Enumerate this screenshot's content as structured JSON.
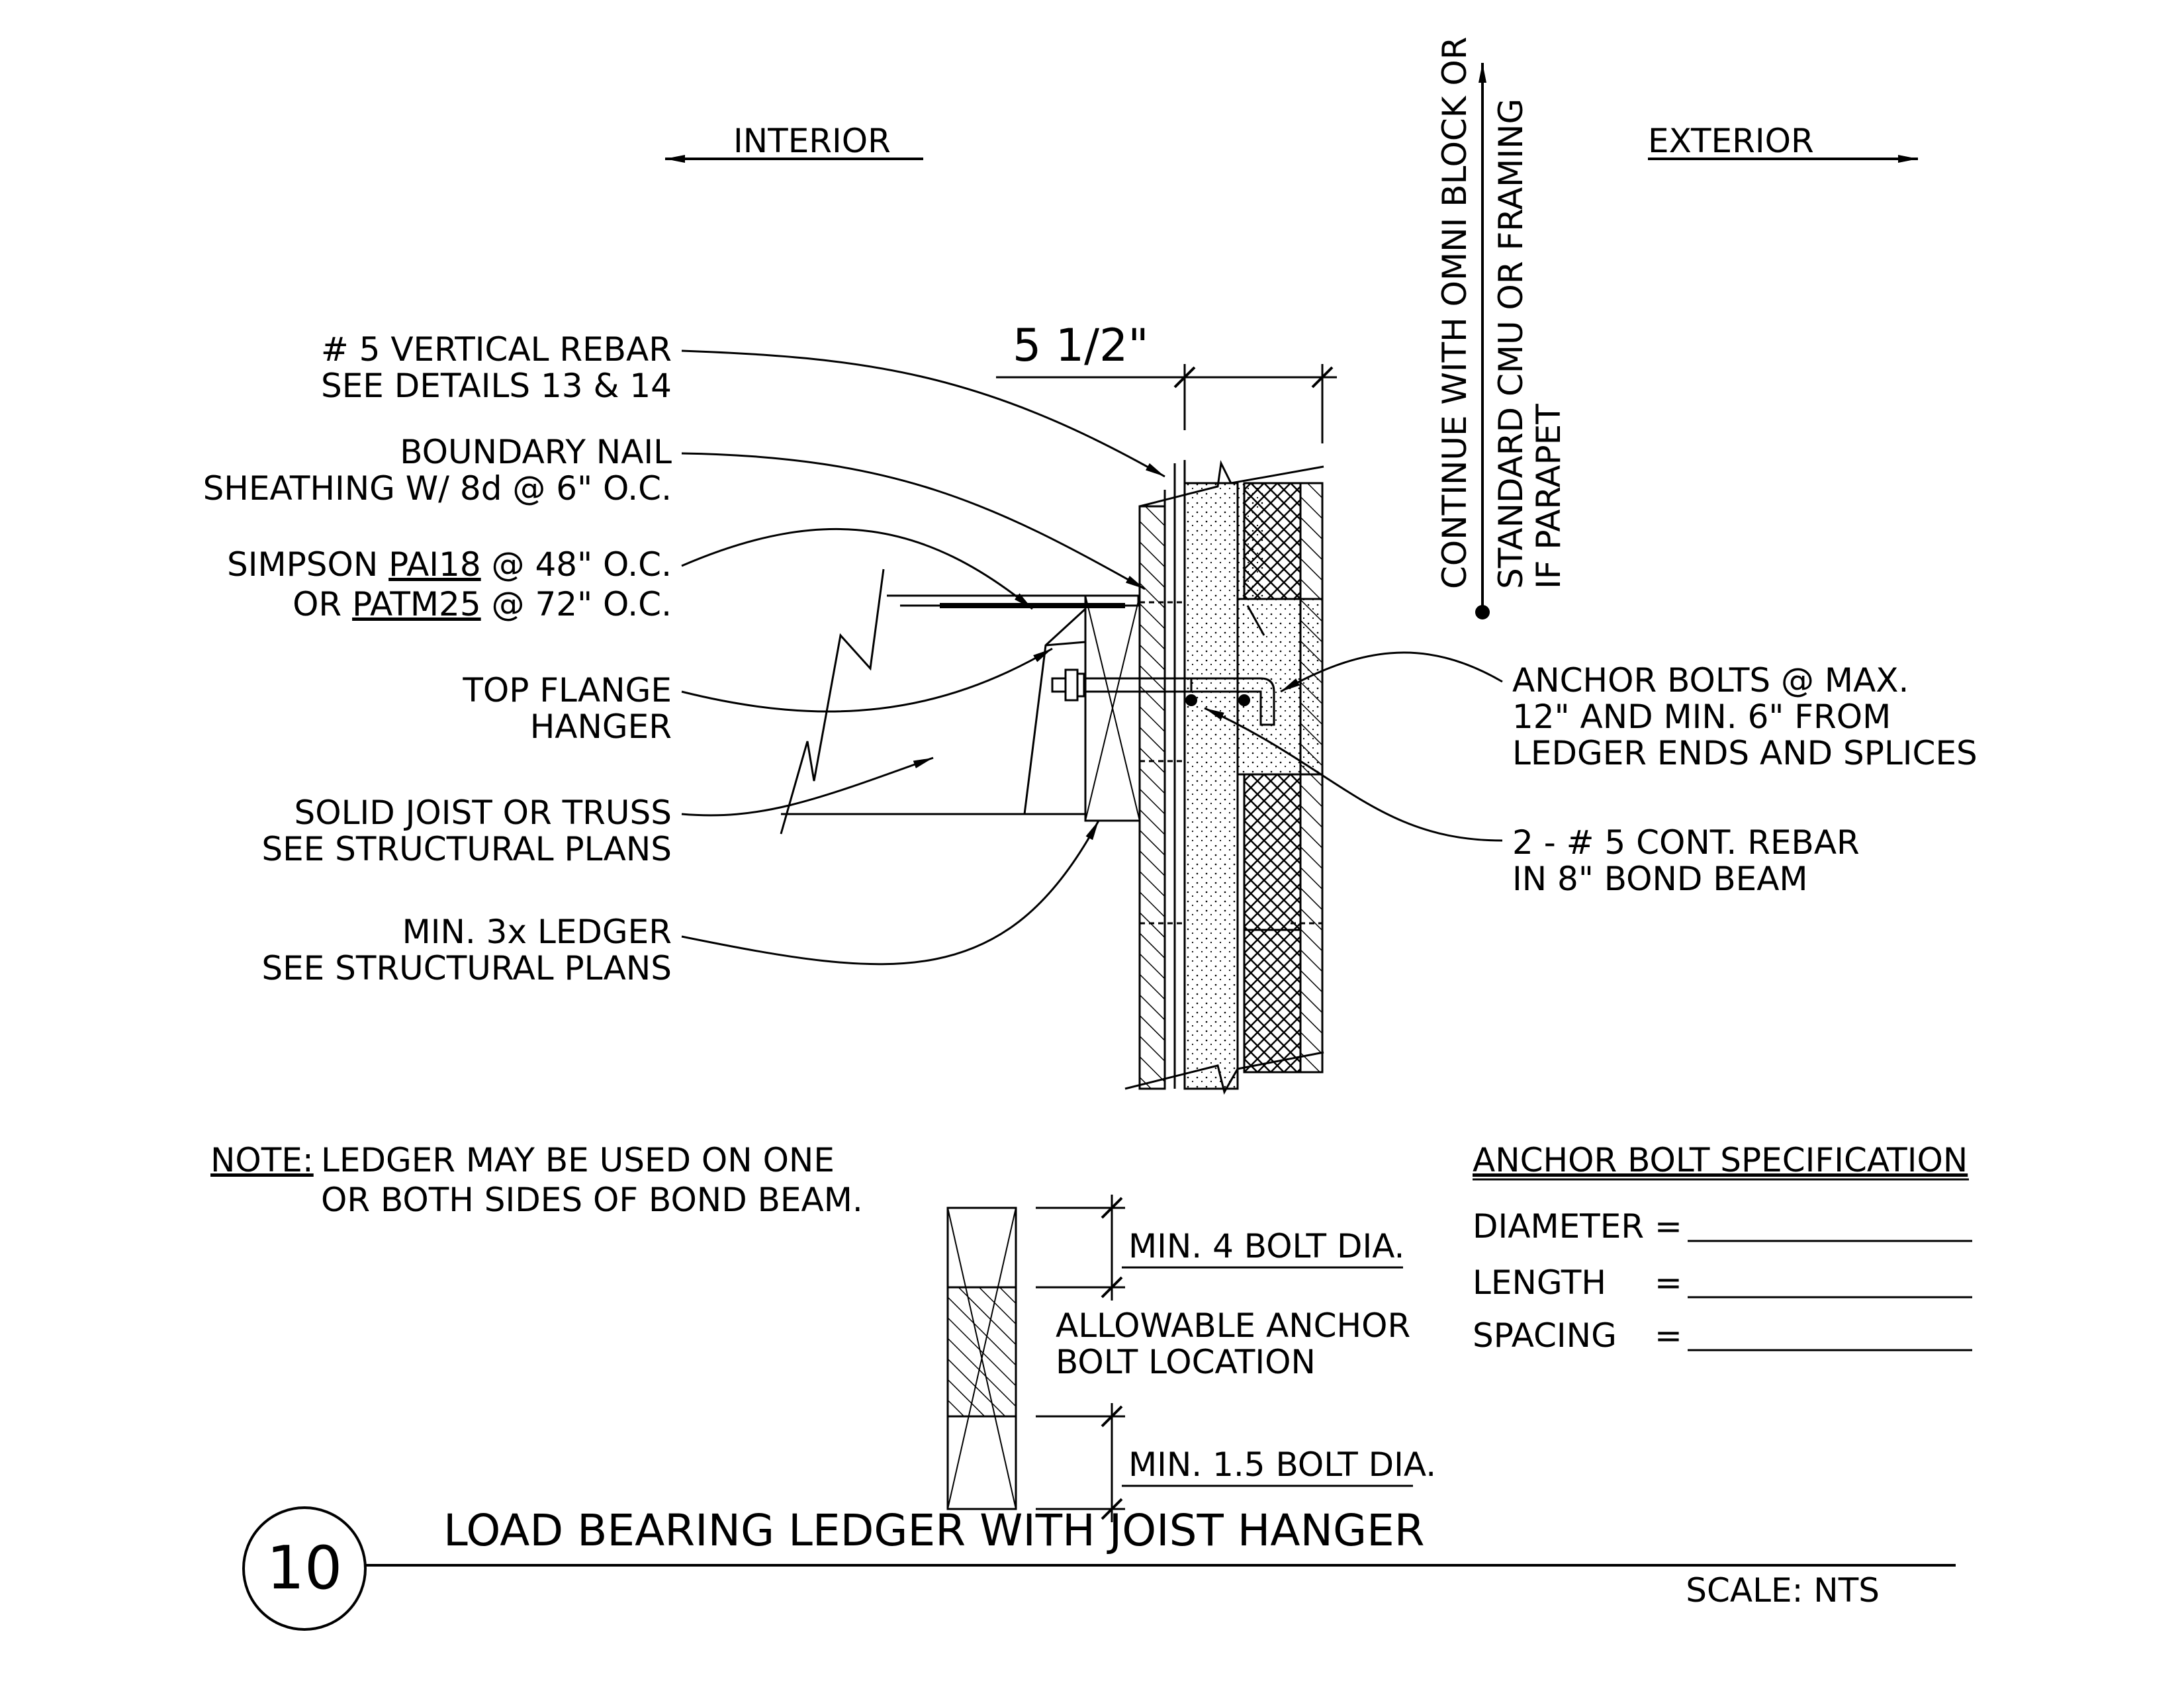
{
  "directions": {
    "interior": "INTERIOR",
    "exterior": "EXTERIOR"
  },
  "parapet_note": {
    "line1": "CONTINUE WITH OMNI BLOCK OR",
    "line2": "STANDARD CMU OR FRAMING",
    "line3": "IF PARAPET"
  },
  "dimension": {
    "width": "5 1/2\""
  },
  "callouts_left": [
    {
      "line1": "# 5  VERTICAL REBAR",
      "line2": "SEE DETAILS 13 & 14"
    },
    {
      "line1": "BOUNDARY NAIL",
      "line2": "SHEATHING W/ 8d @ 6\" O.C."
    },
    {
      "line1_pre": "SIMPSON ",
      "line1_u": "PAI18",
      "line1_post": " @ 48\" O.C.",
      "line2_pre": "OR ",
      "line2_u": "PATM25",
      "line2_post": " @ 72\" O.C."
    },
    {
      "line1": "TOP FLANGE",
      "line2": "HANGER"
    },
    {
      "line1": "SOLID JOIST OR TRUSS",
      "line2": "SEE STRUCTURAL PLANS"
    },
    {
      "line1": "MIN. 3x LEDGER",
      "line2": "SEE STRUCTURAL PLANS"
    }
  ],
  "callouts_right": [
    {
      "line1": "ANCHOR BOLTS @ MAX.",
      "line2": "12\" AND MIN. 6\" FROM",
      "line3": "LEDGER ENDS AND SPLICES"
    },
    {
      "line1": "2 - # 5  CONT. REBAR",
      "line2": "IN 8\" BOND BEAM"
    }
  ],
  "note": {
    "label": "NOTE:",
    "line1": "LEDGER MAY BE USED ON ONE",
    "line2": "OR BOTH SIDES OF BOND BEAM."
  },
  "bolt_location": {
    "top_dim": "MIN. 4 BOLT DIA.",
    "middle_line1": "ALLOWABLE ANCHOR",
    "middle_line2": "BOLT LOCATION",
    "bottom_dim": "MIN. 1.5 BOLT DIA."
  },
  "spec": {
    "heading": "ANCHOR BOLT SPECIFICATION",
    "rows": [
      {
        "label": "DIAMETER",
        "eq": "="
      },
      {
        "label": "LENGTH",
        "eq": "="
      },
      {
        "label": "SPACING",
        "eq": "="
      }
    ]
  },
  "title_block": {
    "detail_number": "10",
    "title": "LOAD BEARING LEDGER WITH JOIST HANGER",
    "scale": "SCALE: NTS"
  }
}
